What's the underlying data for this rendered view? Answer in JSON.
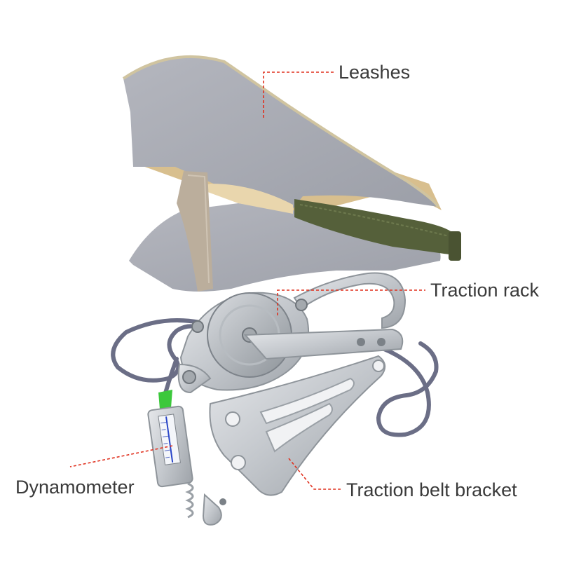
{
  "labels": {
    "leashes": "Leashes",
    "traction_rack": "Traction rack",
    "dynamometer": "Dynamometer",
    "traction_belt_bracket": "Traction belt bracket"
  },
  "colors": {
    "fabric": "#a9abb4",
    "fabric_lining": "#d8bf8e",
    "strap_green": "#55603a",
    "strap_beige": "#bbae9c",
    "metal": "#c9cdd2",
    "cord": "#6b6e86",
    "leader_line": "#e0311f",
    "label_text": "#3a3a3a",
    "clip_green": "#3cc83c"
  }
}
